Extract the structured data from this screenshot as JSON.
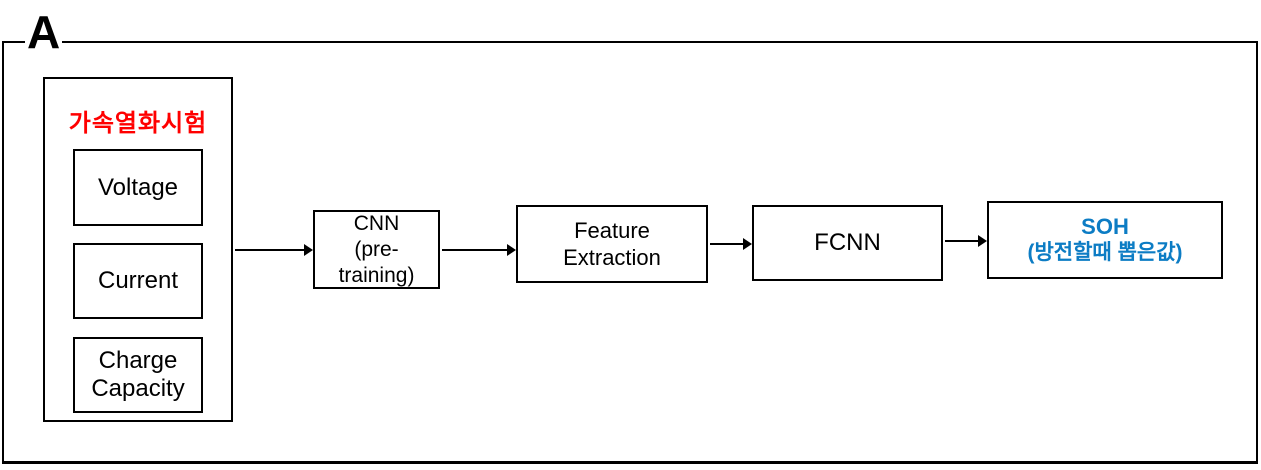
{
  "panel": {
    "label": "A"
  },
  "source_box": {
    "title": "가속열화시험",
    "inputs": [
      {
        "label": "Voltage"
      },
      {
        "label": "Current"
      },
      {
        "label": "Charge\nCapacity"
      }
    ]
  },
  "pipeline": {
    "cnn": {
      "label": "CNN\n(pre-\ntraining)"
    },
    "feature_extraction": {
      "label": "Feature\nExtraction"
    },
    "fcnn": {
      "label": "FCNN"
    },
    "soh": {
      "title": "SOH",
      "subtitle": "(방전할때 뽑은값)"
    }
  },
  "colors": {
    "accent-red": "#ff0000",
    "accent-blue": "#0c7cc4",
    "line": "#000000"
  }
}
